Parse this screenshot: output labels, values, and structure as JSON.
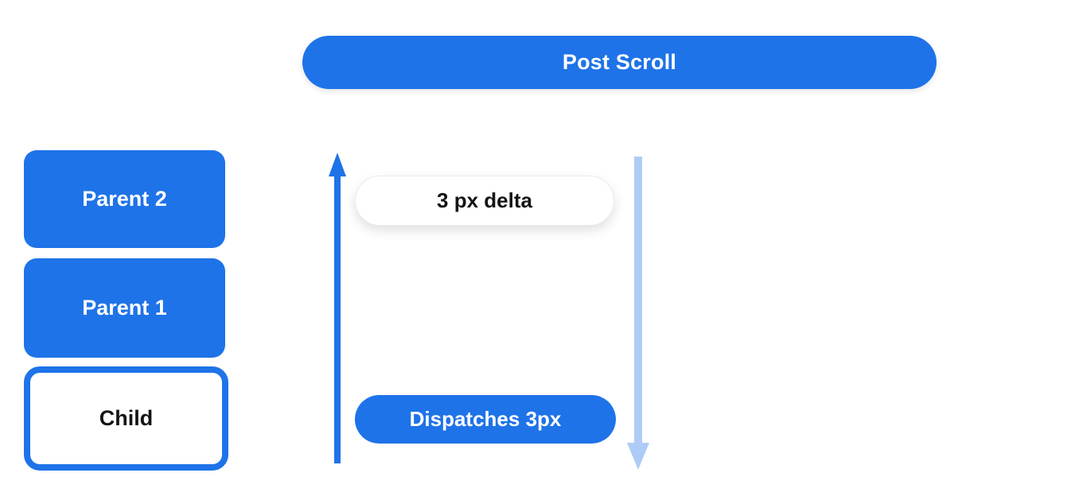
{
  "banner": {
    "label": "Post Scroll"
  },
  "stack": {
    "boxes": [
      {
        "label": "Parent 2",
        "variant": "filled"
      },
      {
        "label": "Parent 1",
        "variant": "filled"
      },
      {
        "label": "Child",
        "variant": "outlined"
      }
    ]
  },
  "flow": {
    "delta_label": "3 px delta",
    "dispatch_label": "Dispatches 3px",
    "icons": {
      "up_arrow": "scroll-up-arrow-icon",
      "down_arrow": "scroll-down-arrow-icon"
    }
  },
  "colors": {
    "primary_blue": "#1e73e8",
    "light_blue": "#aecbf7",
    "text_dark": "#141414",
    "text_light": "#ffffff",
    "background": "#ffffff"
  }
}
